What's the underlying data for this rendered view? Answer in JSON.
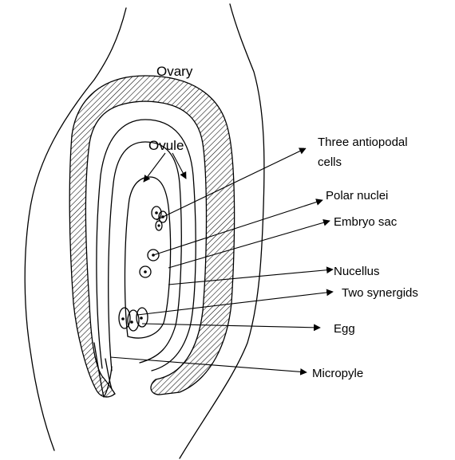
{
  "labels": {
    "ovary": "Ovary",
    "ovule": "Ovule",
    "antipodal_line1": "Three antiopodal",
    "antipodal_line2": "cells",
    "polar_nuclei": "Polar nuclei",
    "embryo_sac": "Embryo sac",
    "nucellus": "Nucellus",
    "synergids": "Two synergids",
    "egg": "Egg",
    "micropyle": "Micropyle"
  },
  "colors": {
    "ink": "#000000",
    "background": "#ffffff"
  }
}
